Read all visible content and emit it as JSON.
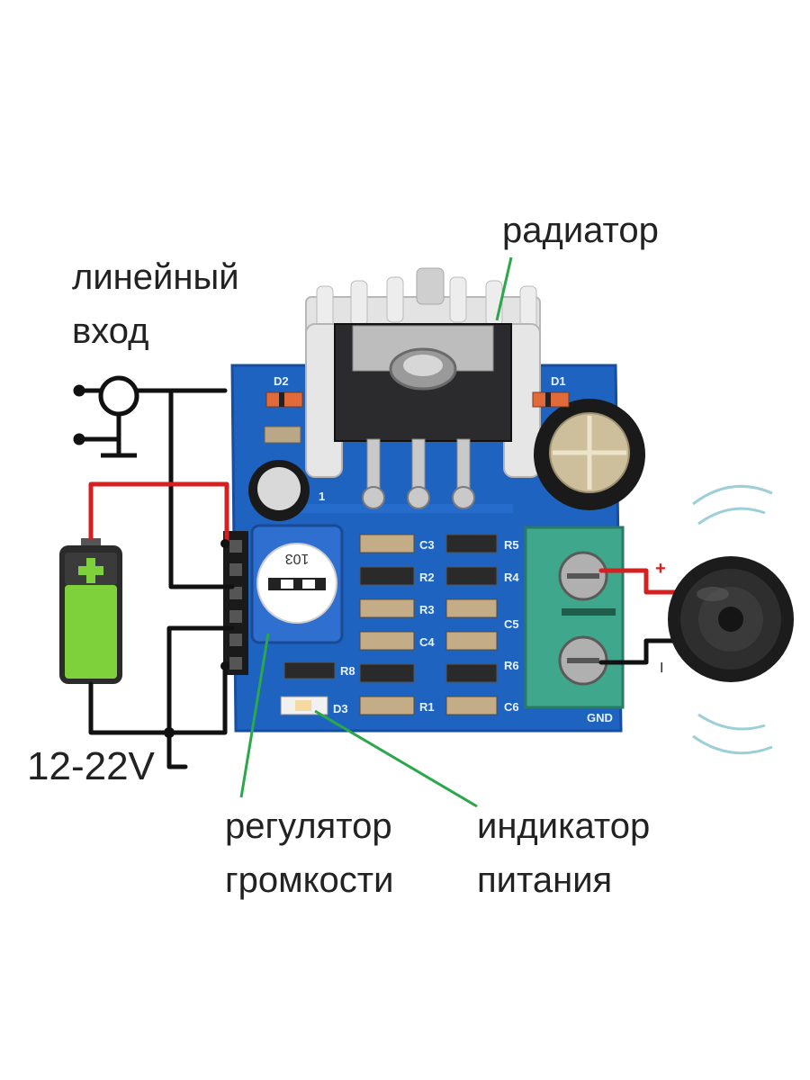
{
  "labels": {
    "heatsink": "радиатор",
    "line_in_1": "линейный",
    "line_in_2": "вход",
    "supply": "12-22V",
    "volume_1": "регулятор",
    "volume_2": "громкости",
    "power_led_1": "индикатор",
    "power_led_2": "питания"
  },
  "pcb_silkscreen": {
    "d1": "D1",
    "d2": "D2",
    "d3": "D3",
    "c3": "C3",
    "c4": "C4",
    "c5": "C5",
    "c6": "C6",
    "r1": "R1",
    "r2": "R2",
    "r3": "R3",
    "r4": "R4",
    "r5": "R5",
    "r6": "R6",
    "r8": "R8",
    "gnd": "GND",
    "pot_code": "103",
    "pin1": "1"
  },
  "speaker_polarity": {
    "plus": "+",
    "minus": "–"
  },
  "colors": {
    "pcb": "#1f63c0",
    "wire_black": "#111111",
    "wire_red": "#d42020",
    "leader_green": "#2aa84a",
    "battery_green": "#7fd13b",
    "terminal_block": "#3fa88c",
    "heatsink": "#dcdcdc"
  }
}
